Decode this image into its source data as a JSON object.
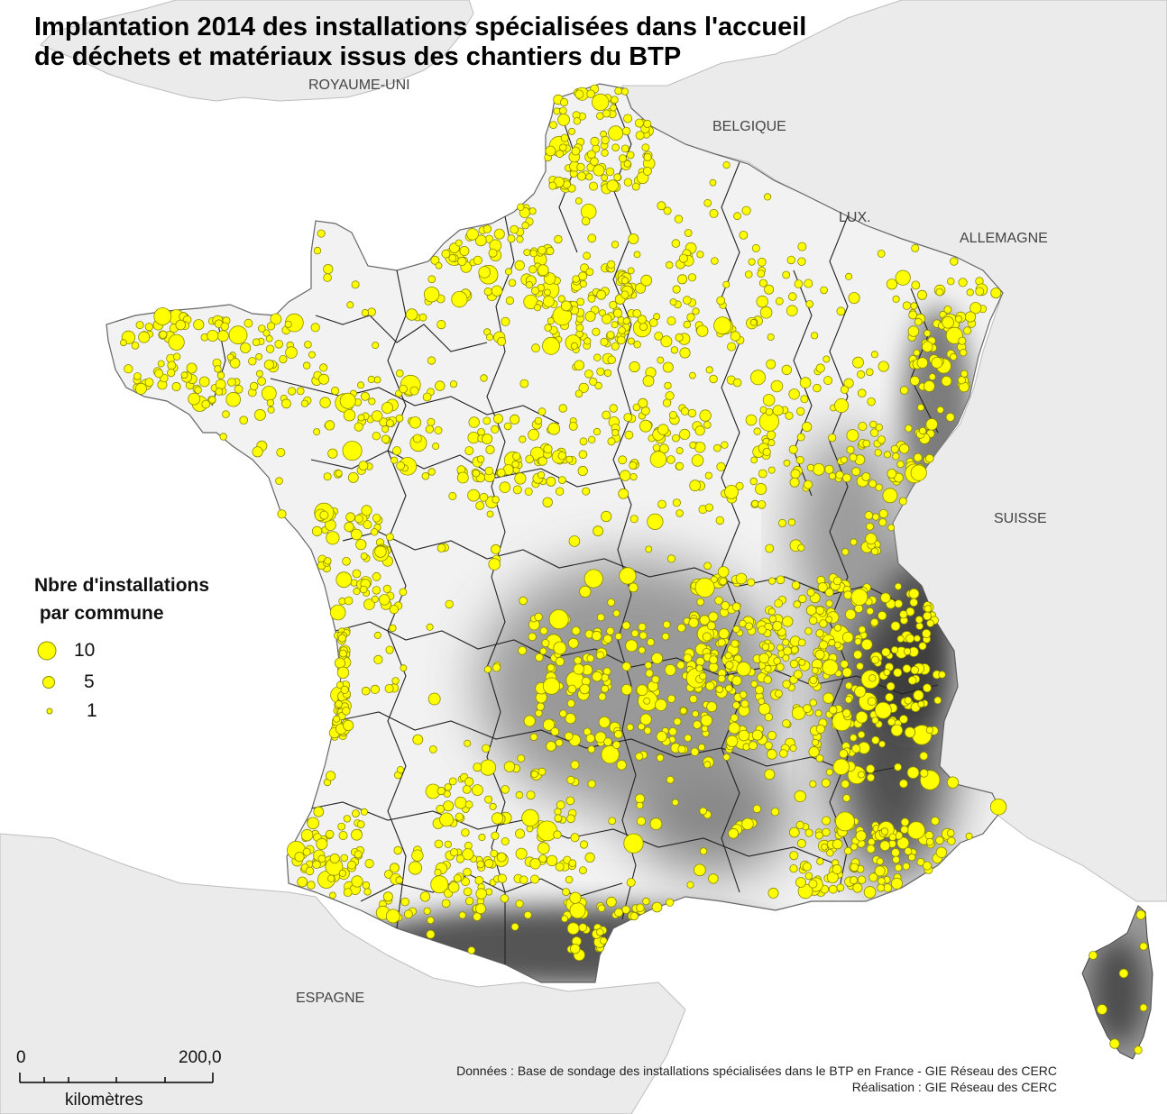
{
  "title": {
    "line1": "Implantation 2014 des installations spécialisées dans l'accueil",
    "line2": "de déchets et matériaux issus des chantiers du BTP"
  },
  "countries": {
    "uk": "ROYAUME-UNI",
    "belgium": "BELGIQUE",
    "luxembourg": "LUX.",
    "germany": "ALLEMAGNE",
    "switzerland": "SUISSE",
    "spain": "ESPAGNE"
  },
  "legend": {
    "title_line1": "Nbre d'installations",
    "title_line2": " par commune",
    "items": [
      {
        "value": "10"
      },
      {
        "value": "5"
      },
      {
        "value": "1"
      }
    ]
  },
  "scale": {
    "start": "0",
    "end": "200,0",
    "unit": "kilomètres"
  },
  "credits": {
    "source": "Données : Base de sondage des installations spécialisées dans le BTP en France - GIE Réseau des CERC",
    "author": "Réalisation : GIE Réseau des CERC"
  },
  "colors": {
    "marker": "#ffff00",
    "marker_stroke": "#8a8a00",
    "sea": "#ffffff",
    "foreign_land": "#ebebeb",
    "relief_low": "#f4f4f4",
    "relief_high": "#4a4a4a"
  }
}
